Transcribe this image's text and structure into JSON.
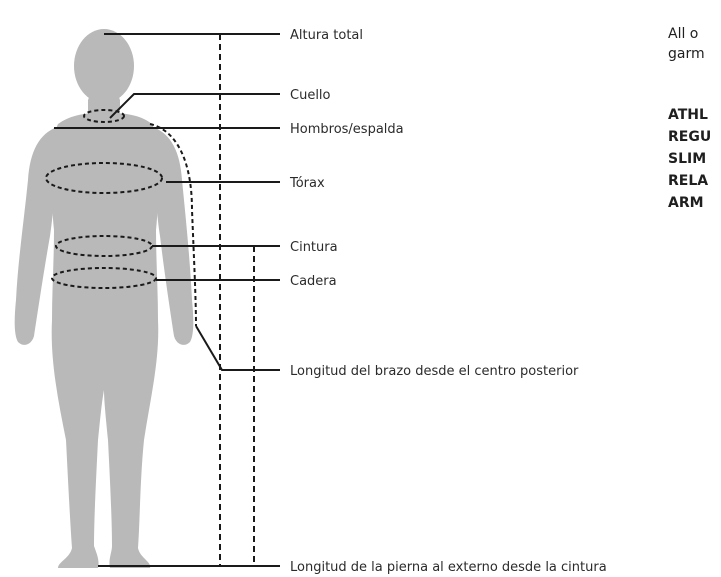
{
  "labels": {
    "altura_total": "Altura total",
    "cuello": "Cuello",
    "hombros": "Hombros/espalda",
    "torax": "Tórax",
    "cintura": "Cintura",
    "cadera": "Cadera",
    "longitud_brazo": "Longitud del brazo desde el centro posterior",
    "longitud_pierna": "Longitud de la pierna al externo desde la cintura"
  },
  "side_note": {
    "line1": "All o",
    "line2": "garm"
  },
  "fit_list": [
    "ATHL",
    "REGU",
    "SLIM",
    "RELA",
    "ARM"
  ],
  "colors": {
    "figure": "#b9b9b9",
    "lines": "#1a1a1a",
    "text": "#2b2b2b"
  }
}
